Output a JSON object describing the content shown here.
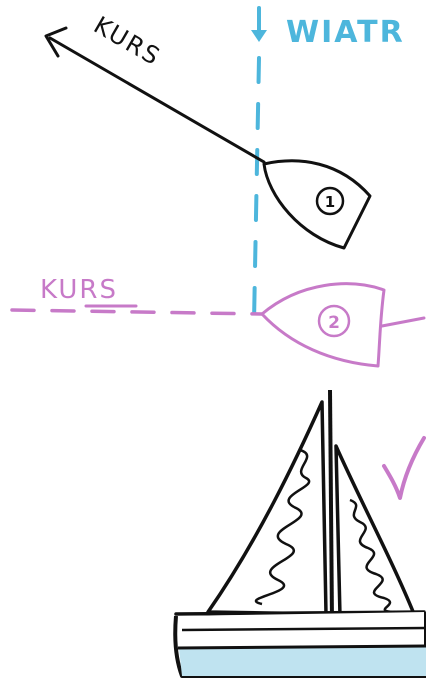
{
  "colors": {
    "wind": "#4db6dc",
    "course_two": "#c77ac8",
    "ink": "#111111",
    "hull_water": "#bfe3f0",
    "check": "#c77ac8"
  },
  "wind": {
    "label": "WIATR",
    "arrow_icon": "down-arrow-icon"
  },
  "course_one": {
    "label": "KURS",
    "marker": "1"
  },
  "course_two": {
    "label": "KURS",
    "marker": "2"
  },
  "yacht": {
    "check_icon": "checkmark-icon"
  }
}
